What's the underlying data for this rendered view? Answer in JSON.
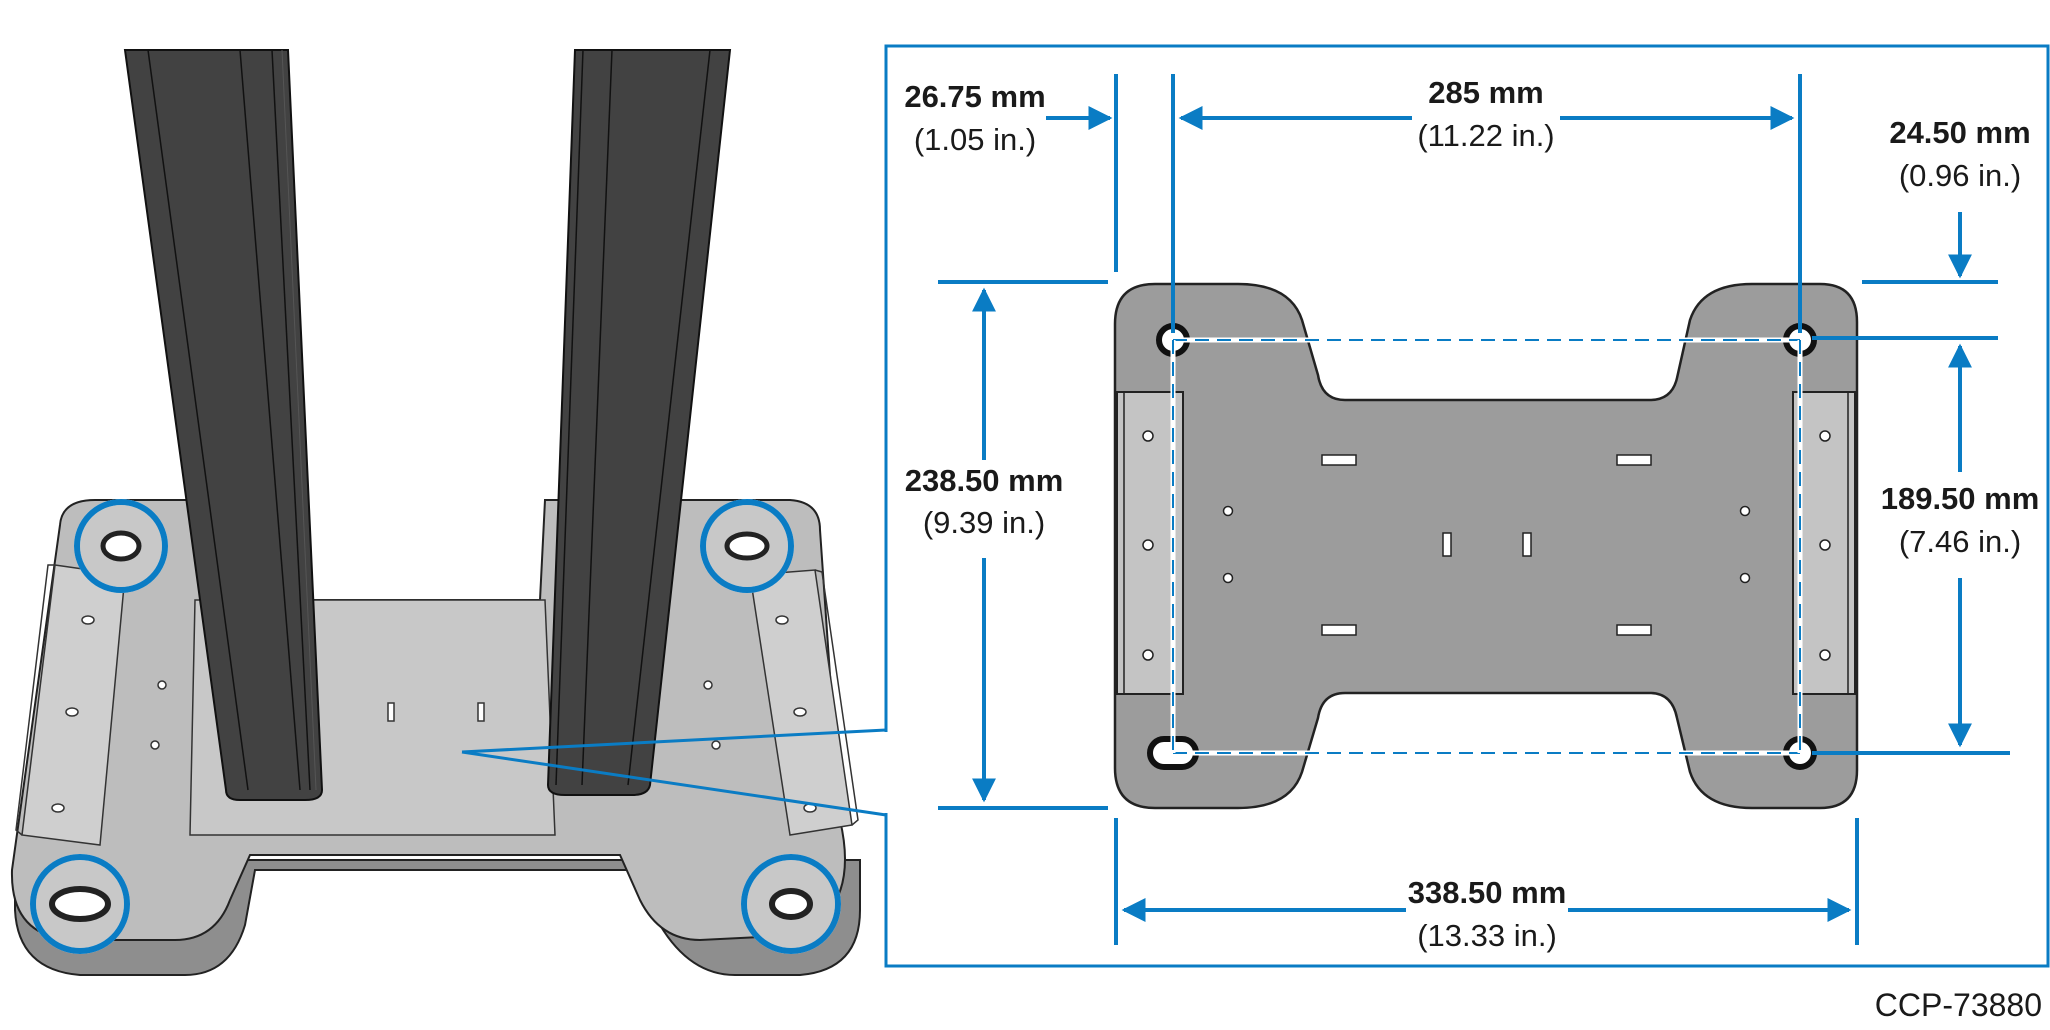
{
  "dimensions": {
    "left_offset": {
      "metric": "26.75 mm",
      "imperial": "(1.05 in.)"
    },
    "hole_spacing_width": {
      "metric": "285 mm",
      "imperial": "(11.22 in.)"
    },
    "right_offset": {
      "metric": "24.50 mm",
      "imperial": "(0.96 in.)"
    },
    "overall_depth": {
      "metric": "238.50 mm",
      "imperial": "(9.39 in.)"
    },
    "hole_spacing_depth": {
      "metric": "189.50 mm",
      "imperial": "(7.46 in.)"
    },
    "overall_width": {
      "metric": "338.50 mm",
      "imperial": "(13.33 in.)"
    }
  },
  "figure_id": "CCP-73880",
  "colors": {
    "dimension_blue": "#0a7cc4",
    "plate_gray": "#9a9a9a",
    "plate_light": "#c4c4c4",
    "post_dark": "#424242",
    "outline": "#222222"
  }
}
